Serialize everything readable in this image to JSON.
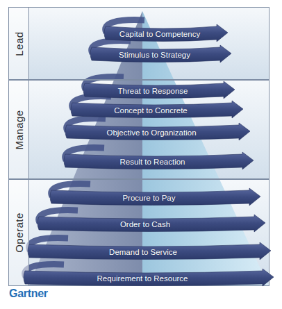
{
  "diagram": {
    "nodes": [
      {
        "text": [
          "Lead"
        ]
      },
      {
        "text": [
          "Capital to Competency"
        ],
        "in": 0
      },
      {
        "text": [
          "Stimulus to Strategy"
        ],
        "in": 0
      },
      {
        "text": [
          "Manage"
        ]
      },
      {
        "text": [
          "Threat to Response"
        ],
        "in": 3
      },
      {
        "text": [
          "Concept to Concrete"
        ],
        "in": 3
      },
      {
        "text": [
          "Objective to Organization"
        ],
        "in": 3
      },
      {
        "text": [
          "Result to Reaction"
        ],
        "in": 3
      },
      {
        "text": [
          "Operate"
        ]
      },
      {
        "text": [
          "Procure to Pay"
        ],
        "in": 8
      },
      {
        "text": [
          "Order to Cash"
        ],
        "in": 8
      },
      {
        "text": [
          "Demand to Service"
        ],
        "in": 8
      },
      {
        "text": [
          "Requirement to Resource"
        ],
        "in": 8
      }
    ],
    "edges": [],
    "labels": [
      "Gartner"
    ]
  }
}
